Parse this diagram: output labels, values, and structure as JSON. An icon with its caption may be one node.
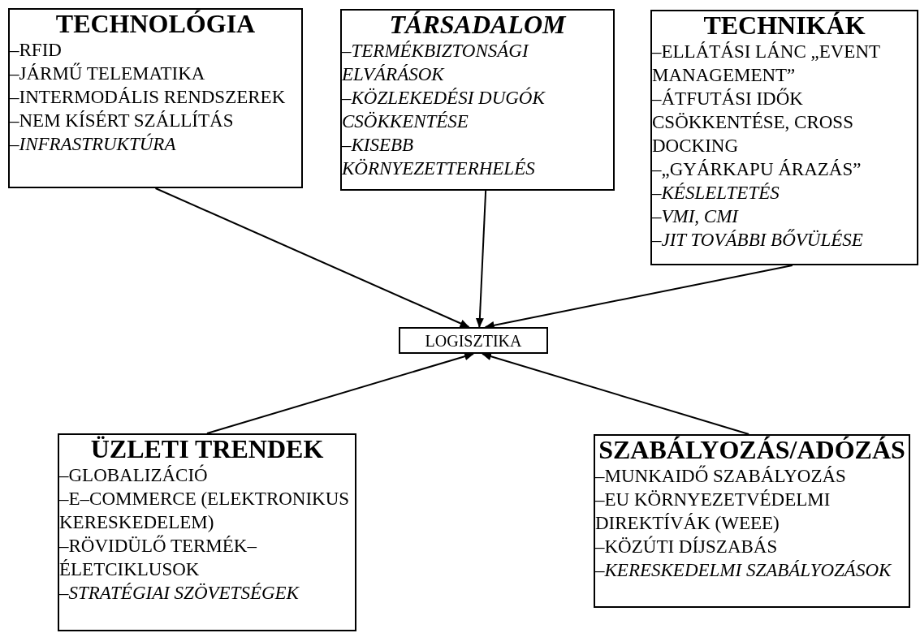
{
  "diagram": {
    "nodes": [
      {
        "text": [
          "TECHNOLÓGIA",
          "–RFID",
          "–JÁRMŰ TELEMATIKA",
          "–INTERMODÁLIS RENDSZEREK",
          "–NEM KÍSÉRT SZÁLLÍTÁS",
          "*–INFRASTRUKTÚRA*"
        ]
      },
      {
        "text": [
          "*TÁRSADALOM*",
          "*–TERMÉKBIZTONSÁGI ELVÁRÁSOK*",
          "*–KÖZLEKEDÉSI DUGÓK CSÖKKENTÉSE*",
          "*–KISEBB KÖRNYEZETTERHELÉS*"
        ]
      },
      {
        "text": [
          "TECHNIKÁK",
          "–ELLÁTÁSI LÁNC „EVENT MANAGEMENT”",
          "–ÁTFUTÁSI IDŐK CSÖKKENTÉSE, CROSS DOCKING",
          "–„GYÁRKAPU ÁRAZÁS”",
          "*–KÉSLELTETÉS*",
          "*–VMI, CMI*",
          "*–JIT TOVÁBBI BŐVÜLÉSE*"
        ]
      },
      {
        "text": [
          "LOGISZTIKA"
        ]
      },
      {
        "text": [
          "ÜZLETI TRENDEK",
          "–GLOBALIZÁCIÓ",
          "–E–COMMERCE (ELEKTRONIKUS KERESKEDELEM)",
          "–RÖVIDÜLŐ TERMÉK–ÉLETCIKLUSOK",
          "*–STRATÉGIAI SZÖVETSÉGEK*"
        ]
      },
      {
        "text": [
          "SZABÁLYOZÁS/ADÓZÁS",
          "–MUNKAIDŐ SZABÁLYOZÁS",
          "–EU KÖRNYEZETVÉDELMI DIREKTÍVÁK (WEEE)",
          "–KÖZÚTI DÍJSZABÁS",
          "*–KERESKEDELMI SZABÁLYOZÁSOK*"
        ]
      }
    ],
    "edges": [
      {
        "from": 0,
        "to": 3,
        "arrow": "to"
      },
      {
        "from": 1,
        "to": 3,
        "arrow": "to"
      },
      {
        "from": 2,
        "to": 3,
        "arrow": "to"
      },
      {
        "from": 4,
        "to": 3,
        "arrow": "to"
      },
      {
        "from": 5,
        "to": 3,
        "arrow": "to"
      }
    ]
  }
}
